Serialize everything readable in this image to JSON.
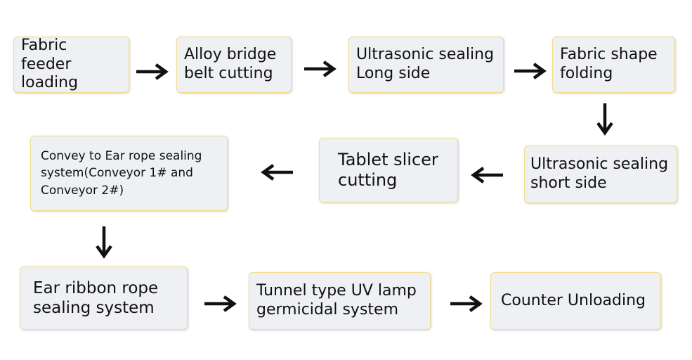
{
  "flowchart": {
    "steps": [
      {
        "id": "s1",
        "label": "Fabric feeder\nloading"
      },
      {
        "id": "s2",
        "label": "Alloy bridge\nbelt cutting"
      },
      {
        "id": "s3",
        "label": "Ultrasonic sealing\nLong side"
      },
      {
        "id": "s4",
        "label": "Fabric shape\nfolding"
      },
      {
        "id": "s5",
        "label": "Ultrasonic sealing\nshort side"
      },
      {
        "id": "s6",
        "label": "Tablet slicer\ncutting"
      },
      {
        "id": "s7",
        "label": "Convey to Ear rope sealing\nsystem(Conveyor 1# and\nConveyor 2#)"
      },
      {
        "id": "s8",
        "label": "Ear ribbon rope\nsealing system"
      },
      {
        "id": "s9",
        "label": "Tunnel type UV lamp\n germicidal system"
      },
      {
        "id": "s10",
        "label": "Counter Unloading"
      }
    ],
    "colors": {
      "box_fill": "#eef0f3",
      "box_border": "#f2dc8a",
      "arrow": "#111111"
    }
  }
}
